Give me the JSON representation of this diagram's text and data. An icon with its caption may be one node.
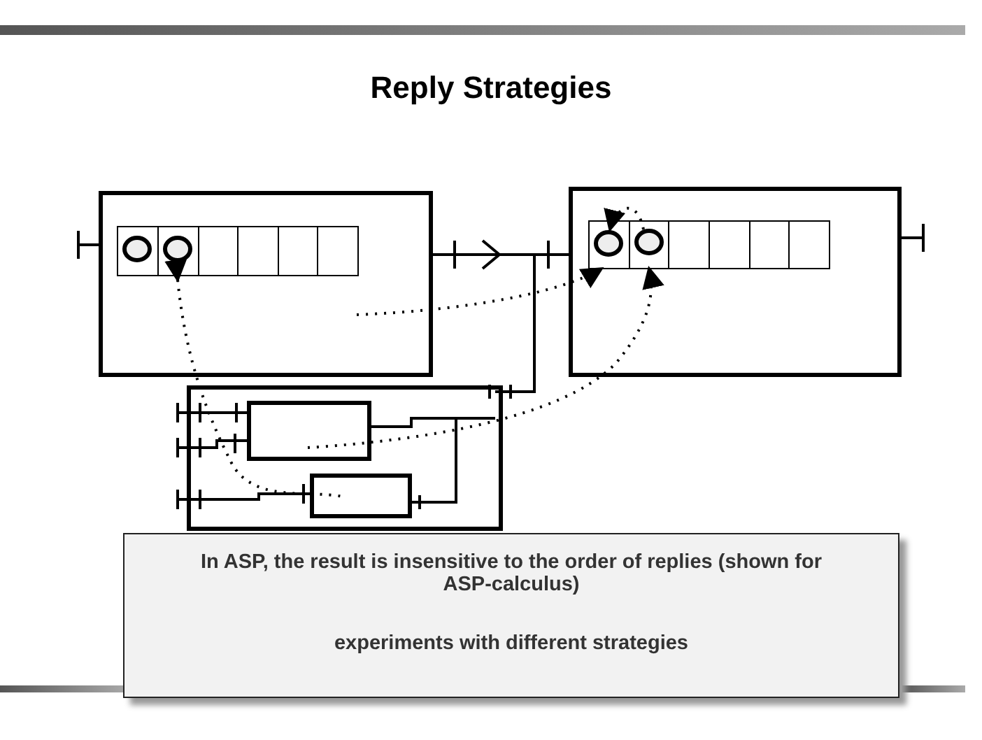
{
  "diagram": {
    "title": "Reply Strategies",
    "nodes": [
      {
        "text": [
          "In ASP, the result is insensitive to the order of replies (shown for ASP-calculus)",
          "experiments with different strategies"
        ]
      }
    ]
  }
}
